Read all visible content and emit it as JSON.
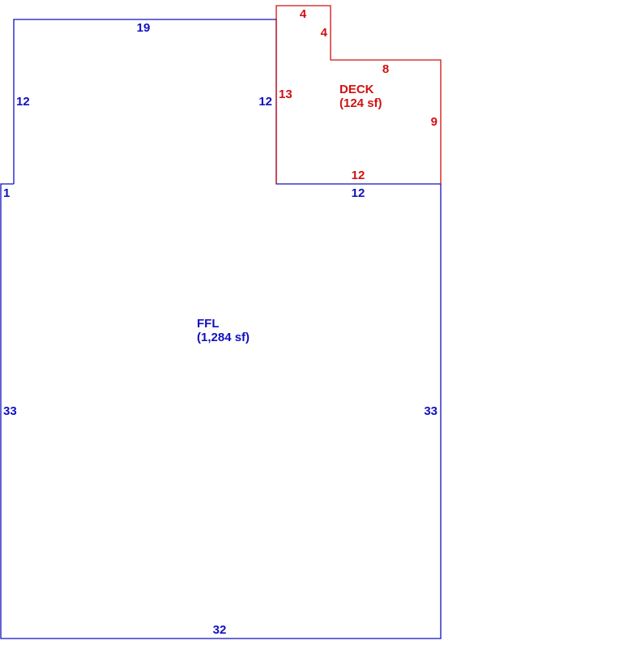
{
  "colors": {
    "ffl": "#1010c0",
    "deck": "#d01010"
  },
  "ffl": {
    "name": "FFL",
    "area": "(1,284 sf)",
    "dims": {
      "top": "19",
      "left_upper": "12",
      "inner_right": "12",
      "left_step": "1",
      "deck_bottom": "12",
      "left_lower": "33",
      "right": "33",
      "bottom": "32"
    }
  },
  "deck": {
    "name": "DECK",
    "area": "(124 sf)",
    "dims": {
      "top": "4",
      "notch_side": "4",
      "upper_right": "8",
      "left": "13",
      "right": "9",
      "bottom": "12"
    }
  }
}
